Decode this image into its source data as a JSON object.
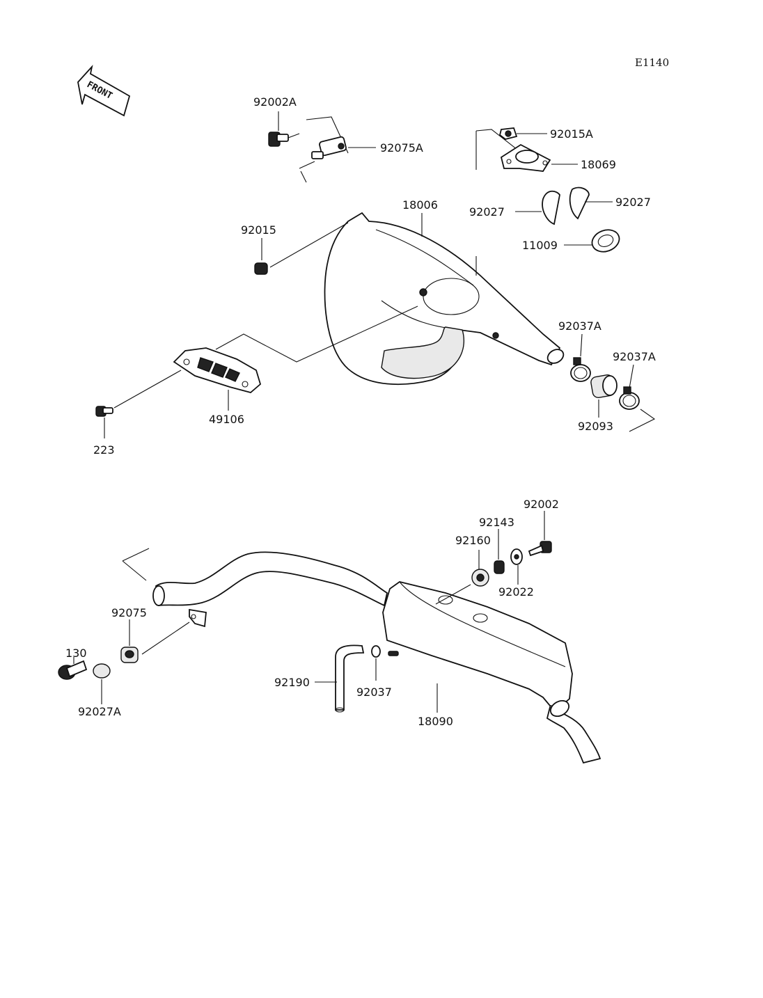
{
  "diagram_code": "E1140",
  "front_label": "FRONT",
  "parts": {
    "p92002A": "92002A",
    "p92075A": "92075A",
    "p92015A": "92015A",
    "p18069": "18069",
    "p92027_left": "92027",
    "p92027_right": "92027",
    "p11009": "11009",
    "p18006": "18006",
    "p92015": "92015",
    "p92037A_upper": "92037A",
    "p92037A_lower": "92037A",
    "p92093": "92093",
    "p49106": "49106",
    "p223": "223",
    "p92002": "92002",
    "p92143": "92143",
    "p92160": "92160",
    "p92022": "92022",
    "p92075": "92075",
    "p130": "130",
    "p92027A": "92027A",
    "p92190": "92190",
    "p92037": "92037",
    "p18090": "18090"
  }
}
